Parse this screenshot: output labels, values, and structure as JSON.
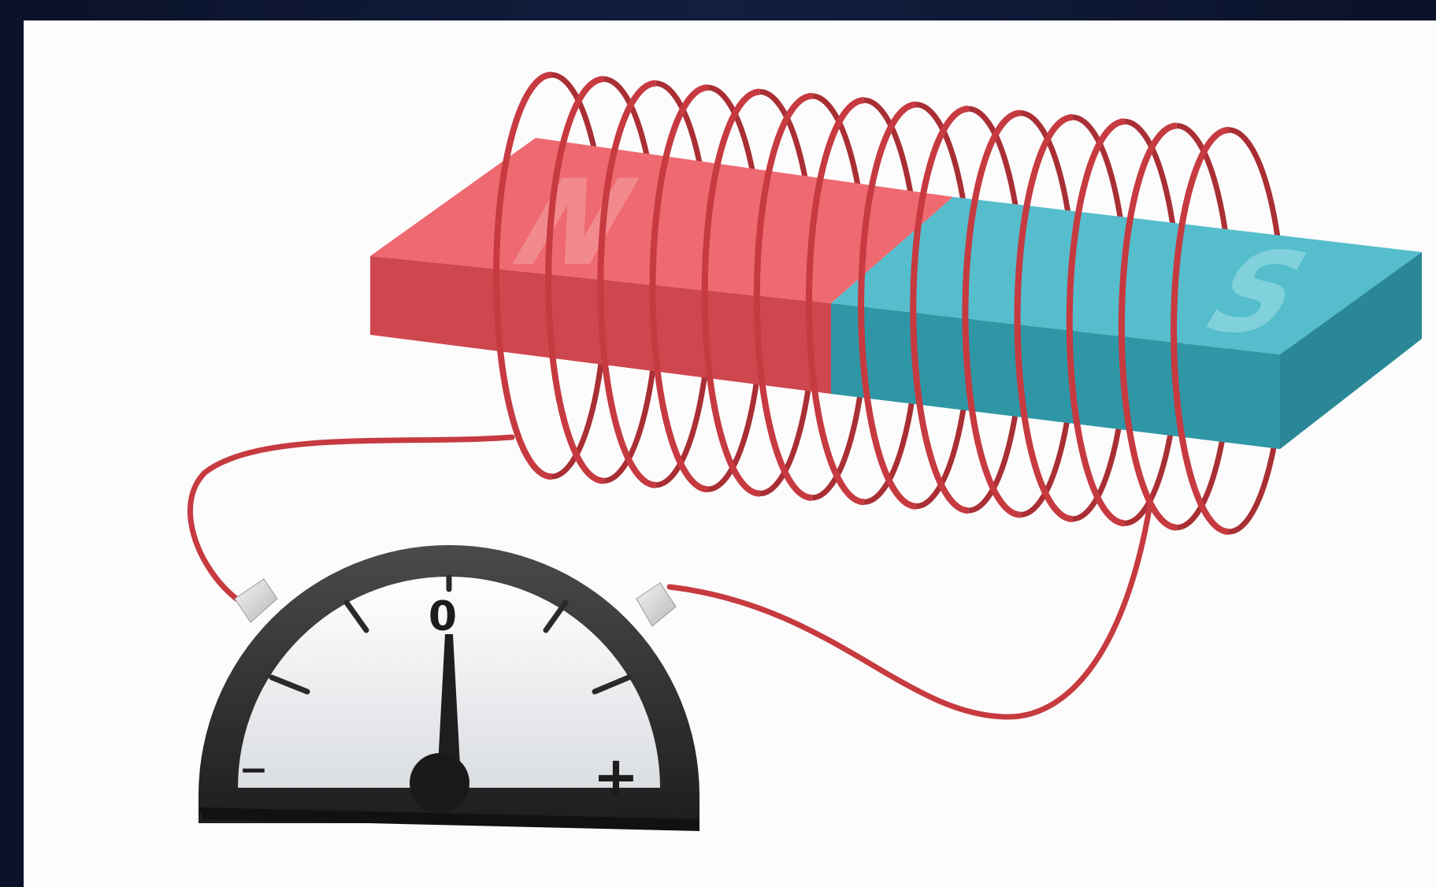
{
  "magnet": {
    "north_pole_label": "N",
    "south_pole_label": "S",
    "north_color": "#e8585e",
    "south_color": "#3aa7b8"
  },
  "coil": {
    "wire_color": "#c63a40"
  },
  "meter": {
    "zero_label": "0",
    "minus_label": "−",
    "plus_label": "+",
    "needle_reading": 0
  }
}
